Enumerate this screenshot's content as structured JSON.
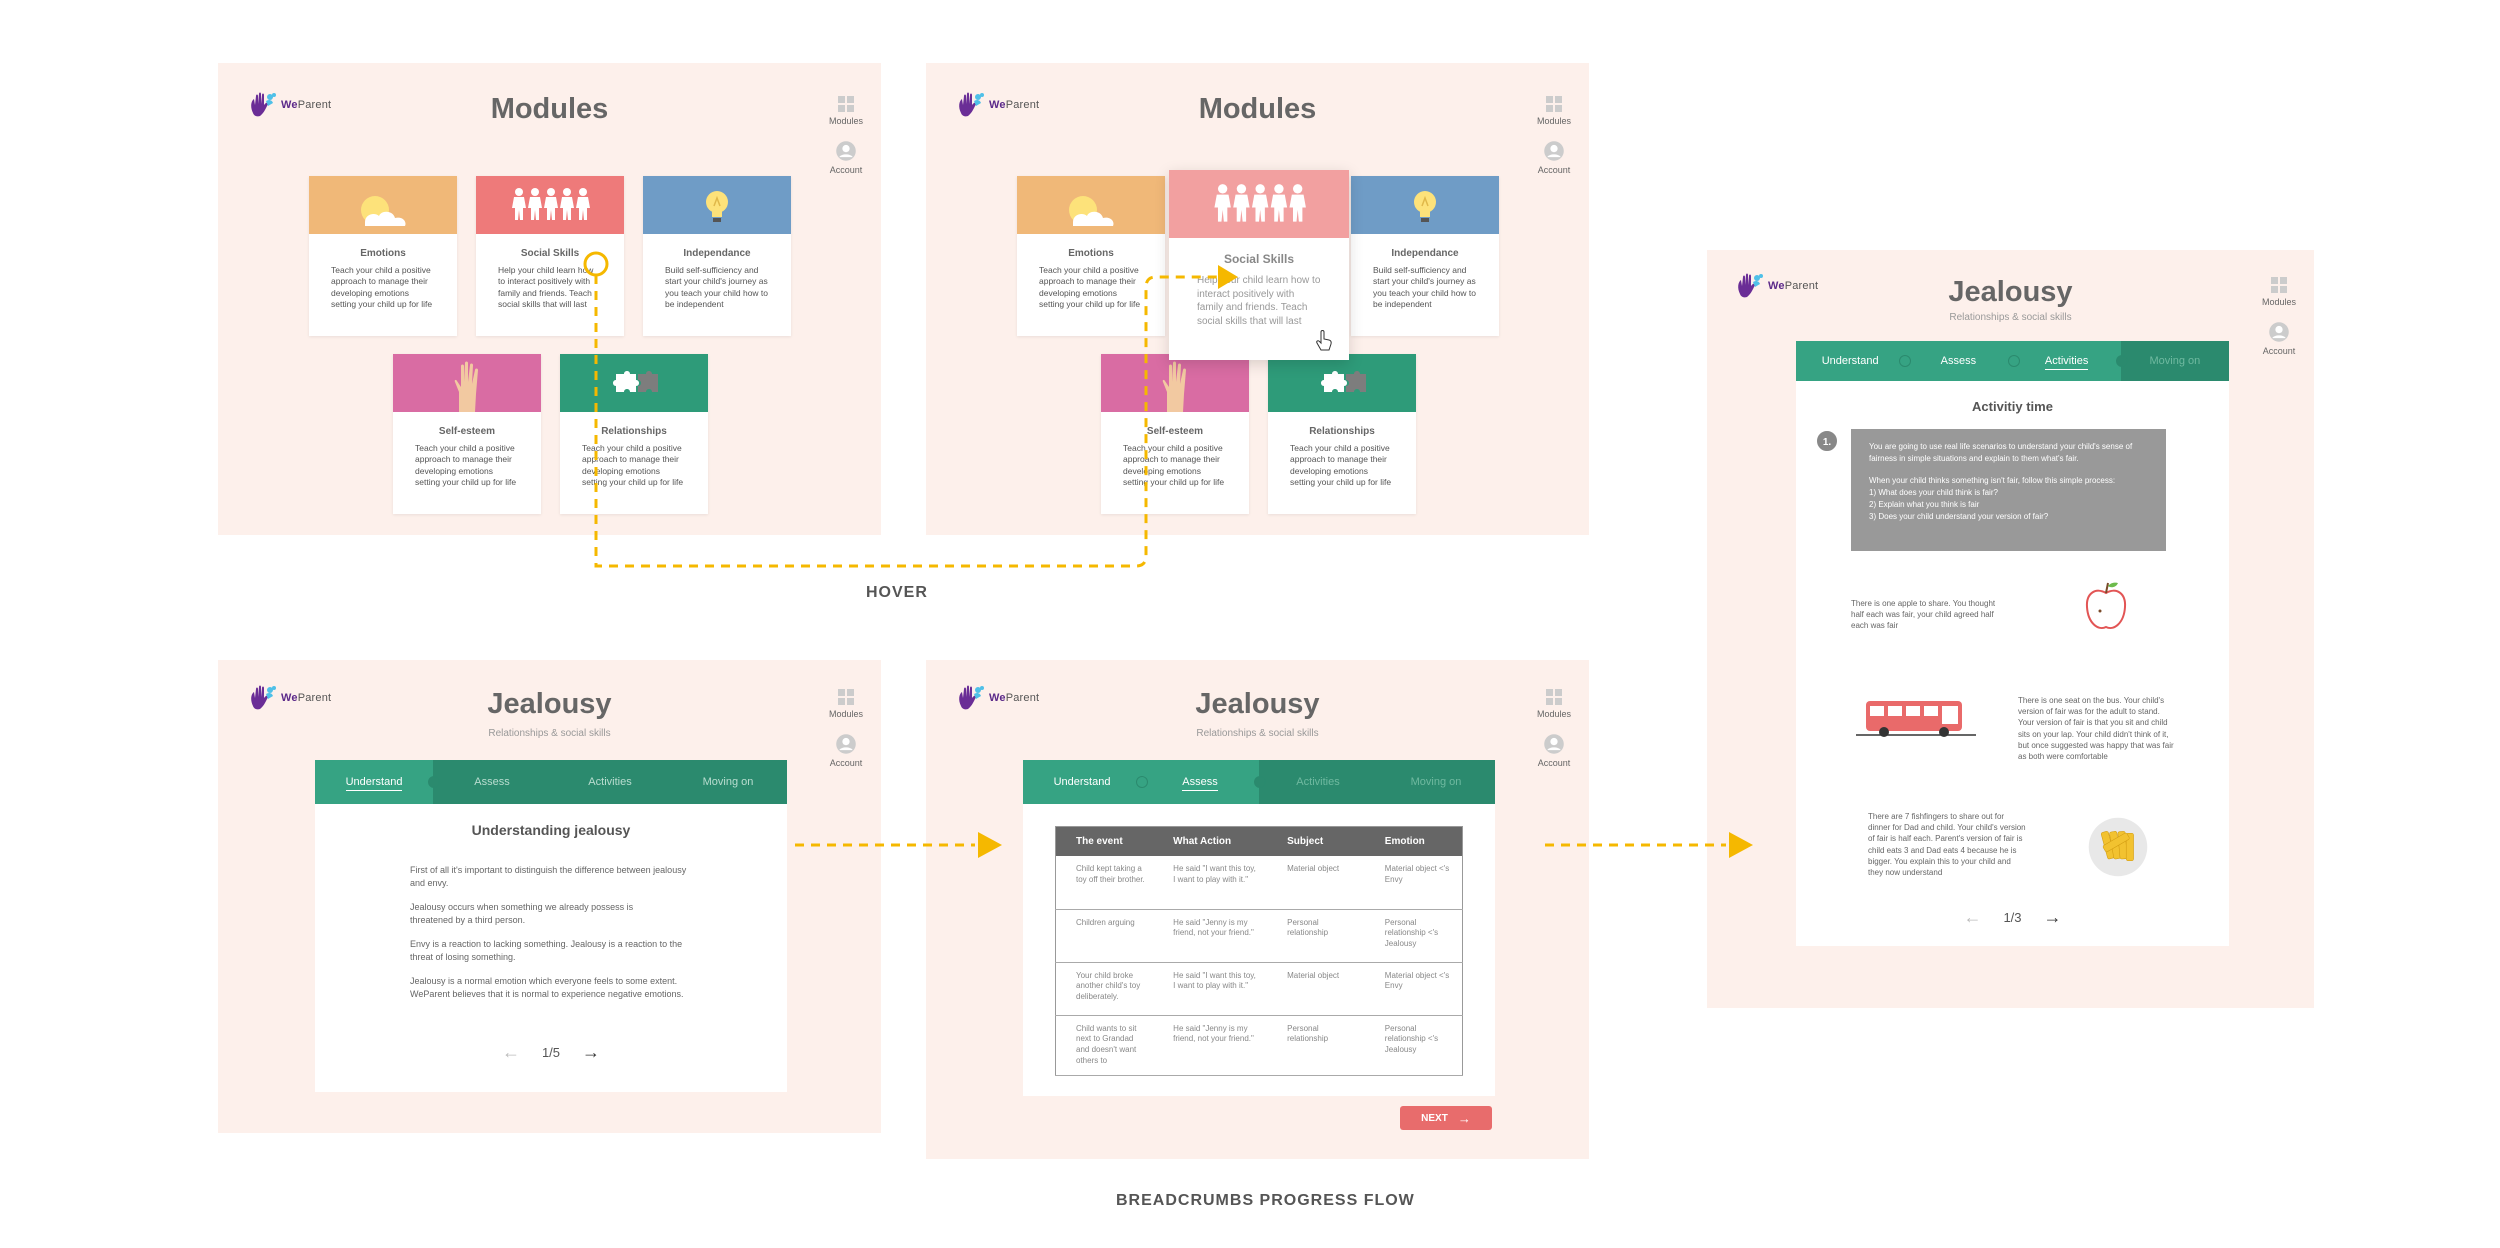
{
  "brand": {
    "name_bold": "We",
    "name_rest": "Parent"
  },
  "nav": {
    "modules": "Modules",
    "account": "Account"
  },
  "modules_page": {
    "title": "Modules",
    "cards": [
      {
        "title": "Emotions",
        "desc": "Teach your child a positive approach to manage their developing emotions setting your child up for life",
        "color": "#f0b878",
        "icon": "sun-cloud-icon"
      },
      {
        "title": "Social Skills",
        "desc": "Help your child learn how to interact positively with family and friends. Teach social skills that will last",
        "color": "#ee7a7a",
        "icon": "paper-people-icon"
      },
      {
        "title": "Independance",
        "desc": "Build self-sufficiency and start your child's journey as you teach your child how to be independent",
        "color": "#6f9cc6",
        "icon": "lightbulb-icon"
      },
      {
        "title": "Self-esteem",
        "desc": "Teach your child a positive approach to manage their developing emotions setting your child up for life",
        "color": "#d96ca3",
        "icon": "hand-icon"
      },
      {
        "title": "Relationships",
        "desc": "Teach your child a positive approach to manage their developing emotions setting your child up for life",
        "color": "#2e9b79",
        "icon": "puzzle-icon"
      }
    ],
    "hover_card": {
      "title": "Social Skills",
      "desc": "Help your child learn how to interact positively with family and friends. Teach social skills that will last",
      "color": "#f2a0a0"
    }
  },
  "jealousy": {
    "title": "Jealousy",
    "subtitle": "Relationships & social skills",
    "tabs": [
      "Understand",
      "Assess",
      "Activities",
      "Moving on"
    ]
  },
  "understand": {
    "heading": "Understanding jealousy",
    "paragraphs": [
      "First of all it's important to distinguish the difference between jealousy and envy.",
      "Jealousy occurs when something we already possess  is threatened by a third person.",
      "Envy is a reaction to lacking something. Jealousy is a reaction to the threat of losing something.",
      "Jealousy is a normal emotion which everyone feels to some extent. WeParent believes that it is normal to experience negative emotions."
    ],
    "pager": "1/5"
  },
  "assess": {
    "headers": [
      "The event",
      "What Action",
      "Subject",
      "Emotion"
    ],
    "rows": [
      [
        "Child kept taking a toy off their brother.",
        "He said \"I want this toy, I want to play with it.\"",
        "Material object",
        "Material object <'s Envy"
      ],
      [
        "Children arguing",
        "He said \"Jenny is my friend, not your friend.\"",
        "Personal relationship",
        "Personal relationship <'s Jealousy"
      ],
      [
        "Your child broke another child's toy deliberately.",
        "He said \"I want this toy, I want to play with it.\"",
        "Material object",
        "Material object <'s Envy"
      ],
      [
        "Child wants to sit next to Grandad and doesn't want others to",
        "He said \"Jenny is my friend, not your friend.\"",
        "Personal relationship",
        "Personal relationship <'s Jealousy"
      ]
    ],
    "next": "NEXT"
  },
  "activities": {
    "heading": "Activitiy time",
    "step": "1.",
    "intro": "You are going to use real life scenarios to understand your child's sense of fairness in simple situations and explain to them what's fair.",
    "process_intro": "When your child thinks something isn't fair, follow this simple process:",
    "steps": [
      "1) What does your child think is fair?",
      "2) Explain what you think is fair",
      "3) Does your child understand your version of fair?"
    ],
    "scenarios": [
      {
        "text": "There is one apple to share. You thought half each was fair, your child agreed half each was fair",
        "icon": "apple-icon"
      },
      {
        "text": "There is one seat on the bus. Your child's version of fair was for the adult to stand. Your version of fair is that you sit and child sits on your lap. Your child didn't think of it, but once suggested was happy that was fair as both were comfortable",
        "icon": "bus-icon"
      },
      {
        "text": "There are 7 fishfingers to share out for dinner for Dad and child. Your child's version of fair is half each. Parent's version of fair is child eats 3 and Dad eats 4 because he is bigger. You explain this to your child and they now understand",
        "icon": "fishfingers-icon"
      }
    ],
    "pager": "1/3"
  },
  "captions": {
    "hover": "HOVER",
    "flow": "BREADCRUMBS PROGRESS FLOW"
  },
  "colors": {
    "flow_arrow": "#f5b800",
    "tab_bar": "#2b8a6e",
    "tab_active": "#36a383",
    "frame_bg": "#fdf0eb",
    "next_button": "#e86c6c"
  }
}
